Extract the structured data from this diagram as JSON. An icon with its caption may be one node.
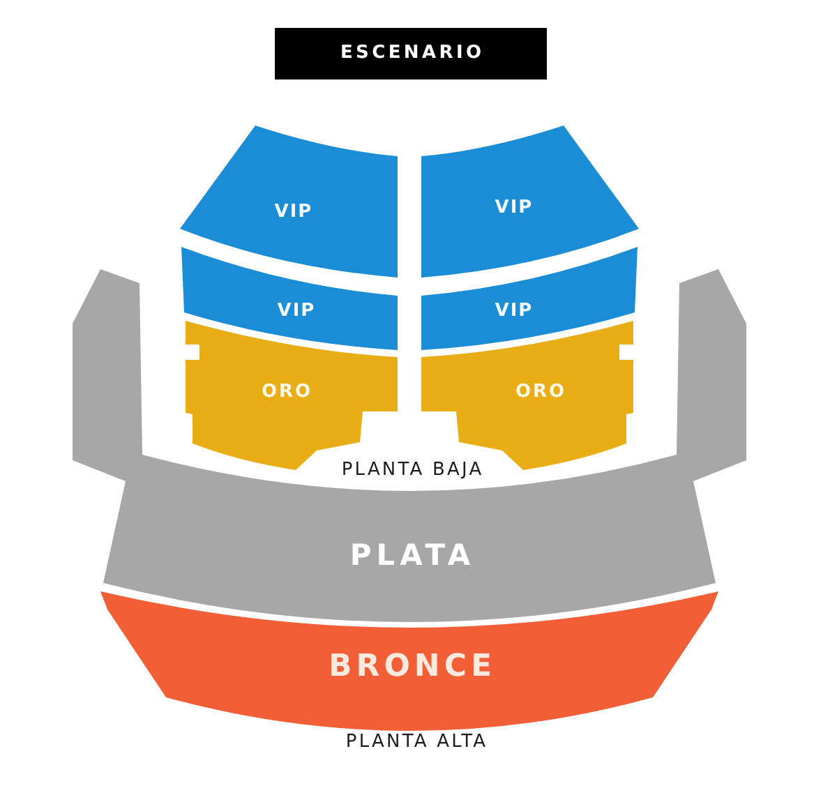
{
  "diagram": {
    "nodes": [
      {
        "text": [
          "ESCENARIO"
        ]
      },
      {
        "text": [
          "VIP"
        ]
      },
      {
        "text": [
          "VIP"
        ]
      },
      {
        "text": [
          "VIP"
        ]
      },
      {
        "text": [
          "VIP"
        ]
      },
      {
        "text": [
          "ORO"
        ]
      },
      {
        "text": [
          "ORO"
        ]
      },
      {
        "text": [
          "PLATA"
        ]
      },
      {
        "text": [
          "BRONCE"
        ]
      }
    ],
    "labels": [
      "PLANTA BAJA",
      "PLANTA ALTA"
    ]
  }
}
